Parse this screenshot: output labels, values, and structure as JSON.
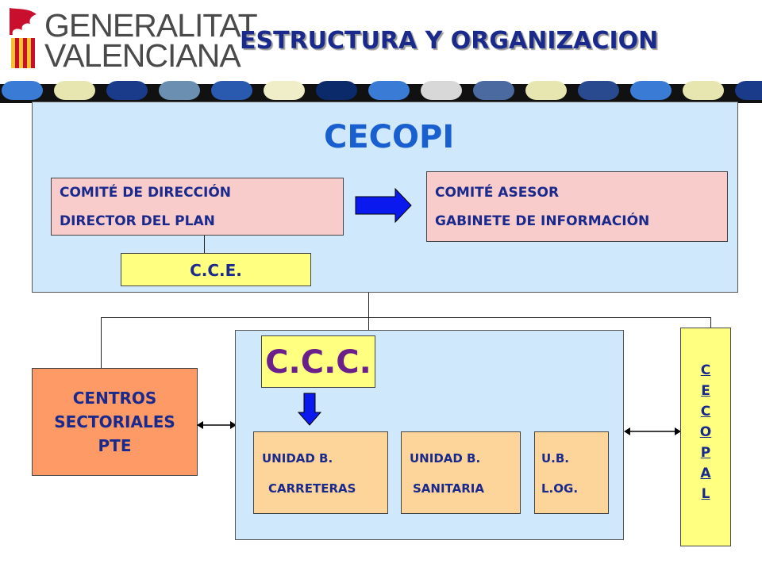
{
  "header": {
    "logo_line1": "GENERALITAT",
    "logo_line2": "VALENCIANA",
    "title": "ESTRUCTURA Y ORGANIZACION"
  },
  "cecopi": {
    "title": "CECOPI",
    "direccion": {
      "line1": "COMITÉ DE DIRECCIÓN",
      "line2": "DIRECTOR DEL PLAN"
    },
    "asesor": {
      "line1": "COMITÉ ASESOR",
      "line2": "GABINETE DE INFORMACIÓN"
    },
    "cce": "C.C.E."
  },
  "centros": {
    "line1": "CENTROS",
    "line2": "SECTORIALES",
    "line3": "PTE"
  },
  "ccc": {
    "title": "C.C.C.",
    "units": [
      {
        "line1": "UNIDAD B.",
        "line2": "CARRETERAS"
      },
      {
        "line1": "UNIDAD B.",
        "line2": "SANITARIA"
      },
      {
        "line1": "U.B.",
        "line2": "L.OG."
      }
    ]
  },
  "cecopal": {
    "letters": [
      "C",
      "E",
      "C",
      "O",
      "P",
      "A",
      "L"
    ]
  },
  "colors": {
    "title_blue": "#1a2a8c",
    "cecopi_blue": "#1a5fd0",
    "ccc_purple": "#6a1f8a",
    "panel_blue": "#cfe8fb",
    "arrow_blue": "#0a1aee"
  }
}
